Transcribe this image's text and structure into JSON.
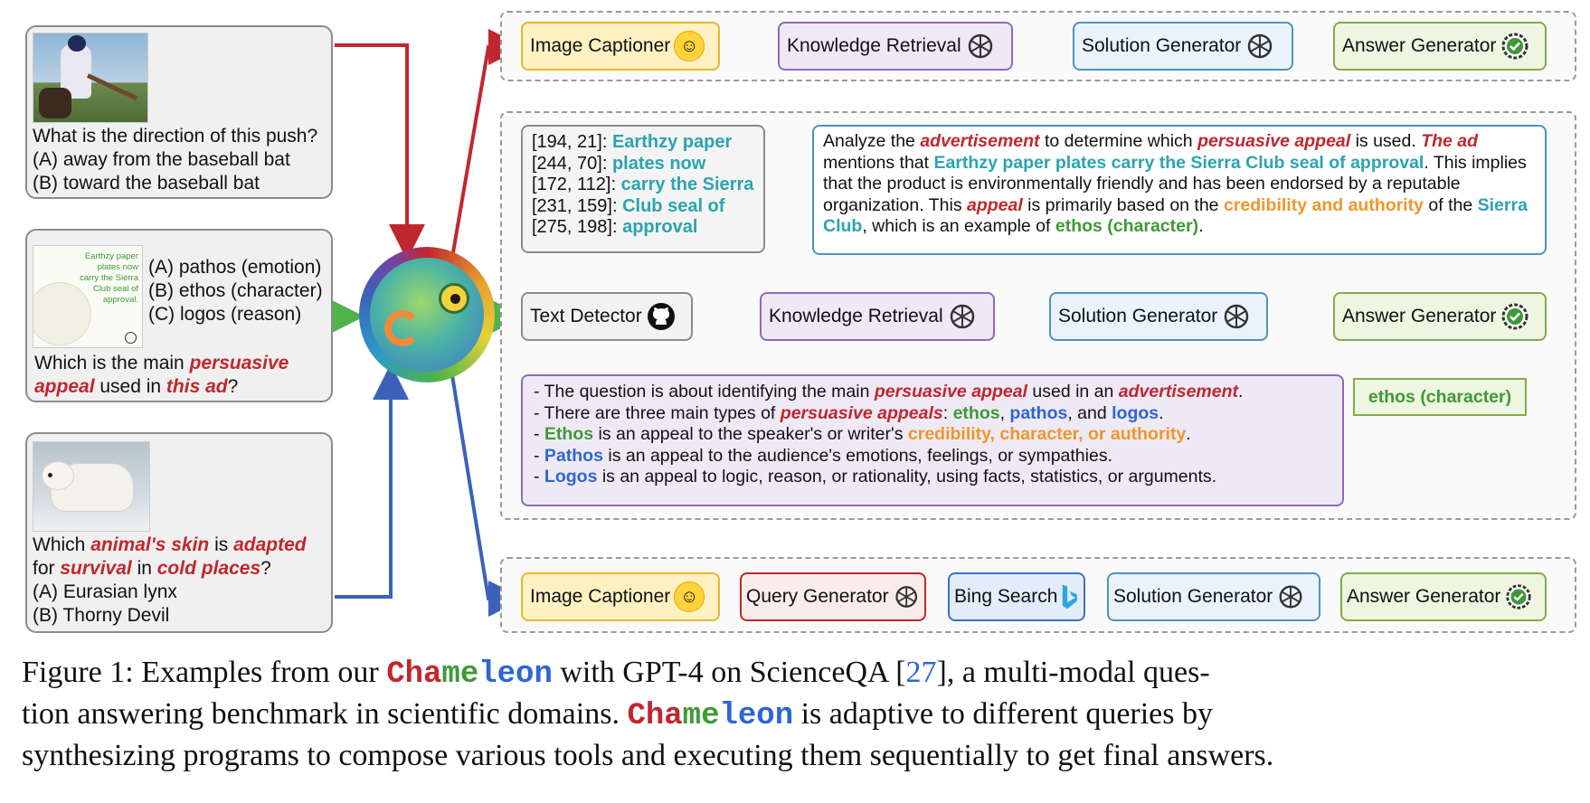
{
  "questions": {
    "q1": {
      "question": "What is the direction of this push?",
      "options": [
        "(A) away from the baseball bat",
        "(B) toward the baseball bat"
      ],
      "image_icon": "baseball-player-image"
    },
    "q2": {
      "ad_lines": [
        "Earthzy paper",
        "plates now",
        "carry the Sierra",
        "Club seal of",
        "approval."
      ],
      "options": [
        "(A) pathos (emotion)",
        "(B) ethos (character)",
        "(C) logos (reason)"
      ],
      "q_pre": "Which is the main ",
      "q_h1": "persuasive appeal",
      "q_mid": " used in ",
      "q_h2": "this ad",
      "q_post": "?"
    },
    "q3": {
      "q_pre": "Which ",
      "q_h1": "animal's skin",
      "q_mid1": " is ",
      "q_h2": "adapted",
      "q_line2_pre": "for ",
      "q_h3": "survival",
      "q_mid2": " in ",
      "q_h4": "cold places",
      "q_post": "?",
      "options": [
        "(A) Eurasian lynx",
        "(B) Thorny Devil"
      ],
      "image_icon": "polar-bear-image"
    }
  },
  "pipelines": {
    "top": [
      "Image Captioner",
      "Knowledge Retrieval",
      "Solution Generator",
      "Answer Generator"
    ],
    "middle": [
      "Text Detector",
      "Knowledge Retrieval",
      "Solution Generator",
      "Answer Generator"
    ],
    "bottom": [
      "Image Captioner",
      "Query Generator",
      "Bing Search",
      "Solution Generator",
      "Answer Generator"
    ]
  },
  "detector_output": [
    {
      "coord": "[194, 21]: ",
      "text": "Earthzy paper"
    },
    {
      "coord": "[244, 70]: ",
      "text": "plates now"
    },
    {
      "coord": "[172, 112]: ",
      "text": "carry the Sierra"
    },
    {
      "coord": "[231, 159]: ",
      "text": "Club seal of"
    },
    {
      "coord": "[275, 198]: ",
      "text": "approval"
    }
  ],
  "solution": {
    "s1": "Analyze the ",
    "s2": "advertisement",
    "s3": " to determine which ",
    "s4": "persuasive appeal",
    "s5": " is used. ",
    "s6": "The ad",
    "s7": " mentions that ",
    "s8": "Earthzy paper plates carry the Sierra Club seal of approval",
    "s9": ". This implies that the product is environmentally friendly and has been endorsed by a reputable organization. This ",
    "s10": "appeal",
    "s11": " is primarily based on the ",
    "s12": "credibility and authority",
    "s13": " of the ",
    "s14": "Sierra Club",
    "s15": ", which is an example of ",
    "s16": "ethos (character)",
    "s17": "."
  },
  "answer": "ethos (character)",
  "knowledge": {
    "l1": [
      "- The question is about identifying the main ",
      "persuasive appeal",
      " used in an ",
      "advertisement",
      "."
    ],
    "l2": [
      "- There are three main types of ",
      "persuasive appeals",
      ": ",
      "ethos",
      ", ",
      "pathos",
      ", and ",
      "logos",
      "."
    ],
    "l3": [
      "- ",
      "Ethos",
      " is an appeal to the speaker's or writer's ",
      "credibility, character, or authority",
      "."
    ],
    "l4": [
      "- ",
      "Pathos",
      " is an appeal to the audience's emotions, feelings, or sympathies."
    ],
    "l5": [
      "- ",
      "Logos",
      " is an appeal to logic, reason, or rationality, using facts, statistics, or arguments."
    ]
  },
  "caption": {
    "c1": "Figure 1: Examples from our ",
    "name_parts": [
      "Cha",
      "me",
      "le",
      "on"
    ],
    "c2": " with GPT-4 on ScienceQA [",
    "ref": "27",
    "c3": "], a multi-modal ques-",
    "c4": "tion answering benchmark in scientific domains. ",
    "c5": " is adaptive to different queries by",
    "c6": "synthesizing programs to compose various tools and executing them sequentially to get final answers."
  },
  "colors": {
    "red_arrow": "#c0272d",
    "green_arrow": "#4fb34a",
    "blue_arrow": "#3b62b8",
    "cha": "#c0272d",
    "me": "#3e9a35",
    "le": "#2d66d4",
    "on": "#2d66d4"
  }
}
